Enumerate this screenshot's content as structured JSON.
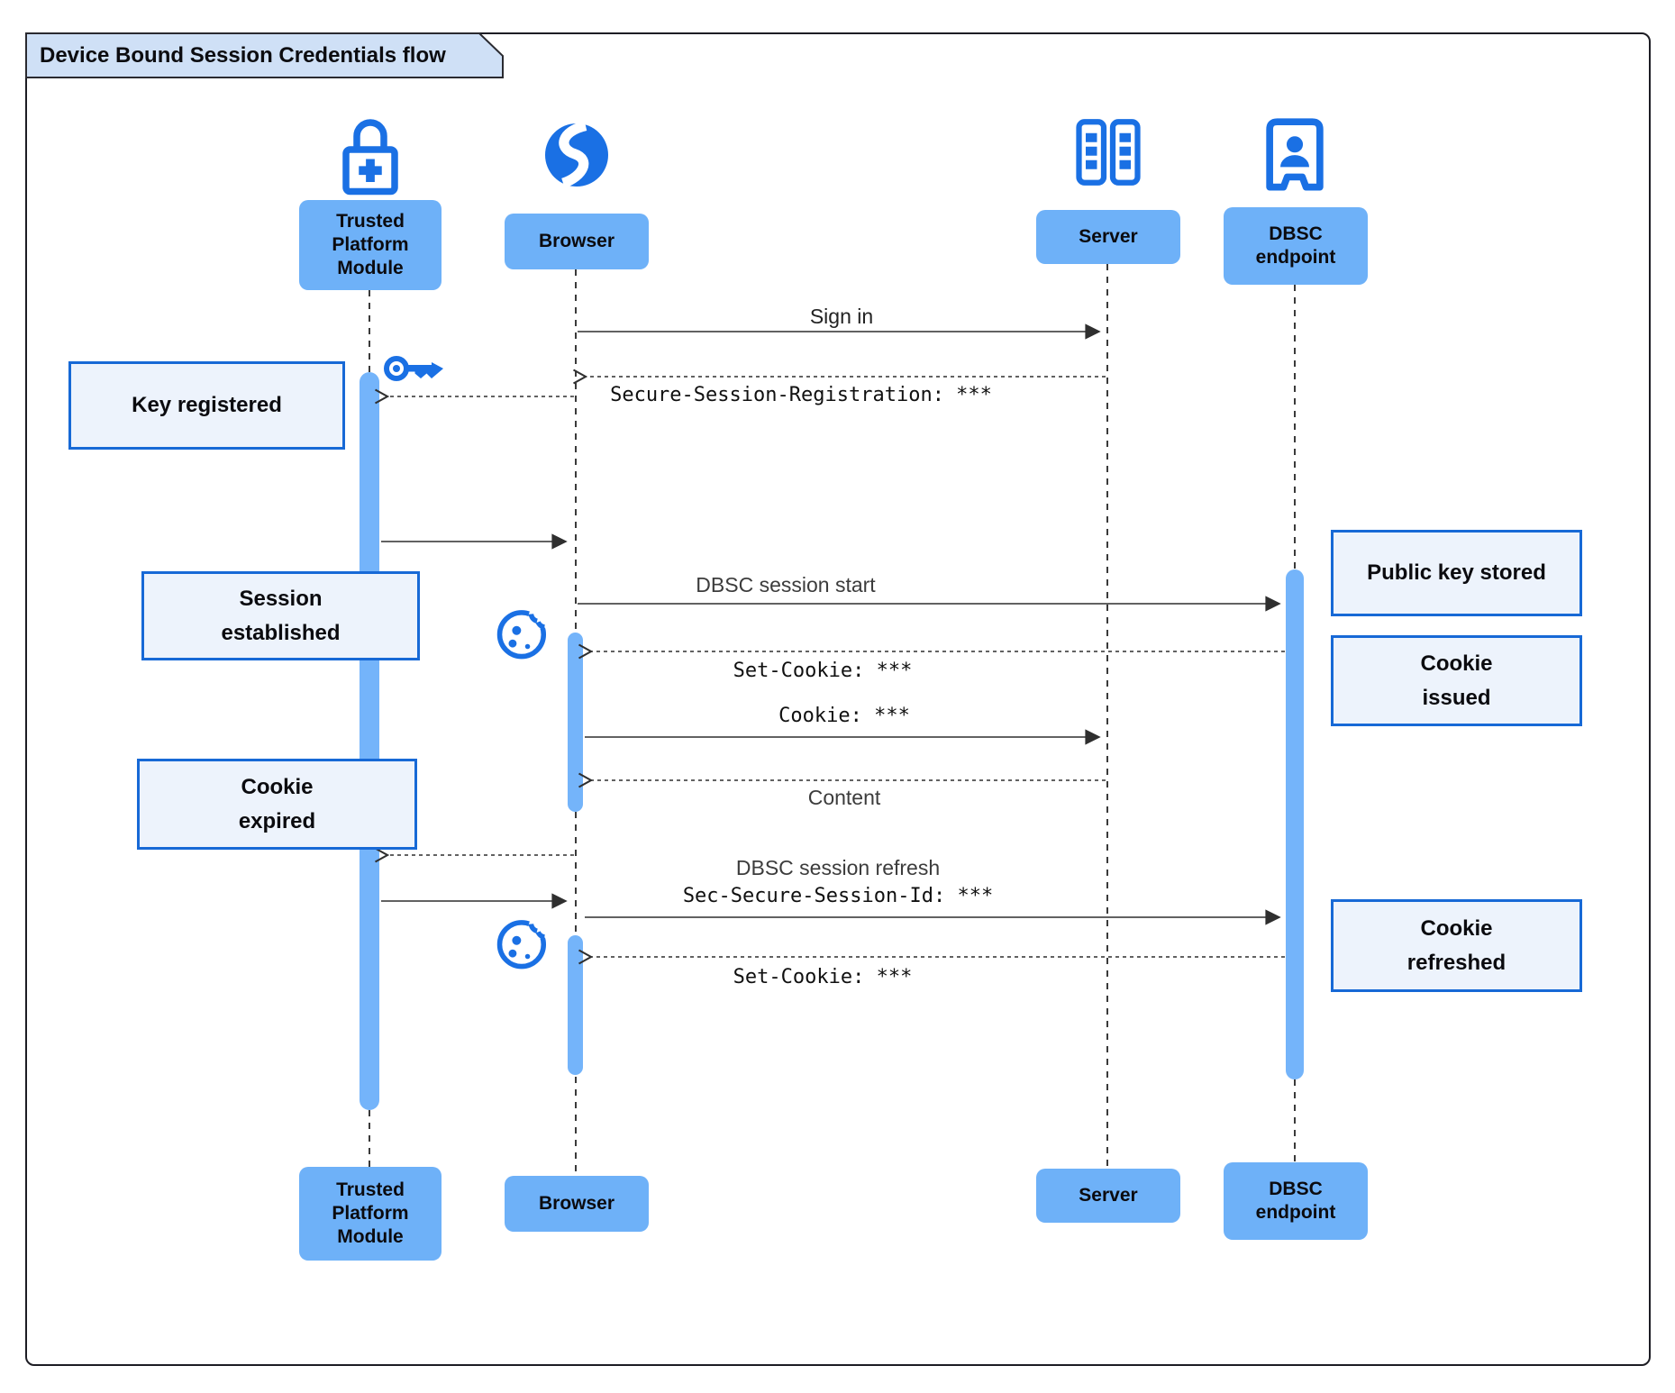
{
  "title": "Device Bound Session Credentials flow",
  "diagram_type": "sequence",
  "actors": {
    "tpm": {
      "label": "Trusted\nPlatform\nModule",
      "icon": "lock-plus-icon"
    },
    "browser": {
      "label": "Browser",
      "icon": "globe-icon"
    },
    "server": {
      "label": "Server",
      "icon": "server-rack-icon"
    },
    "dbsc": {
      "label": "DBSC\nendpoint",
      "icon": "door-person-icon"
    }
  },
  "notes": {
    "key_registered": "Key registered",
    "session_established": "Session\nestablished",
    "cookie_expired": "Cookie\nexpired",
    "public_key_stored": "Public key stored",
    "cookie_issued": "Cookie\nissued",
    "cookie_refreshed": "Cookie\nrefreshed"
  },
  "messages": [
    {
      "from": "browser",
      "to": "server",
      "style": "solid",
      "text": "Sign in"
    },
    {
      "from": "server",
      "to": "browser",
      "style": "dashed",
      "code": "Secure-Session-Registration: ***"
    },
    {
      "from": "browser",
      "to": "tpm",
      "style": "dashed"
    },
    {
      "from": "tpm",
      "to": "browser",
      "style": "solid"
    },
    {
      "from": "browser",
      "to": "dbsc",
      "style": "solid",
      "text": "DBSC session start"
    },
    {
      "from": "dbsc",
      "to": "browser",
      "style": "dashed",
      "code": "Set-Cookie: ***"
    },
    {
      "from": "browser",
      "to": "server",
      "style": "solid",
      "code": "Cookie: ***"
    },
    {
      "from": "server",
      "to": "browser",
      "style": "dashed",
      "text": "Content"
    },
    {
      "from": "browser",
      "to": "tpm",
      "style": "dashed"
    },
    {
      "from": "tpm",
      "to": "browser",
      "style": "solid"
    },
    {
      "from": "browser",
      "to": "dbsc",
      "style": "solid",
      "text": "DBSC session refresh",
      "code": "Sec-Secure-Session-Id: ***"
    },
    {
      "from": "dbsc",
      "to": "browser",
      "style": "dashed",
      "code": "Set-Cookie: ***"
    }
  ],
  "decorative_icons": [
    "key-icon",
    "cookie-icon",
    "cookie-icon"
  ],
  "colors": {
    "actor_fill": "#6eb1f8",
    "activation_fill": "#74b4fa",
    "icon_blue": "#1a70e4",
    "note_fill": "#edf3fc",
    "note_border": "#1769d6",
    "title_tab_fill": "#cfe0f6",
    "line": "#2f2f2f",
    "background": "#ffffff"
  }
}
